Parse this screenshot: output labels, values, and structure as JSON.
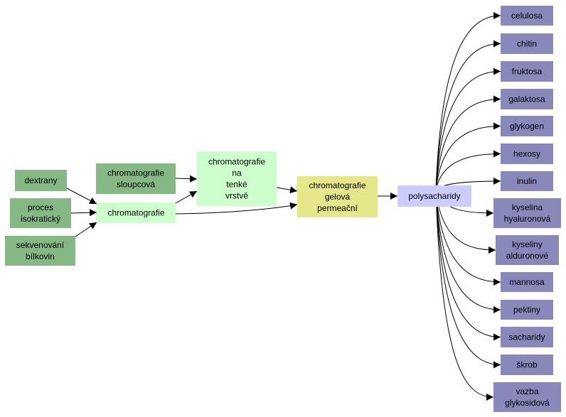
{
  "colors": {
    "dark_green": "#86b886",
    "light_green": "#ccffcc",
    "yellow": "#e6e68a",
    "lavender": "#ccccff",
    "purple": "#8888bb",
    "edge": "#000000"
  },
  "nodes": [
    {
      "id": "dextrany",
      "lines": [
        "dextrany"
      ],
      "style": "dark_green"
    },
    {
      "id": "proces-isokraticky",
      "lines": [
        "proces",
        "isokratický"
      ],
      "style": "dark_green"
    },
    {
      "id": "sekvenovani-bilkovin",
      "lines": [
        "sekvenování",
        "bílkovin"
      ],
      "style": "dark_green"
    },
    {
      "id": "chromatografie-sloupcova",
      "lines": [
        "chromatografie",
        "sloupcová"
      ],
      "style": "dark_green"
    },
    {
      "id": "chromatografie",
      "lines": [
        "chromatografie"
      ],
      "style": "light_green"
    },
    {
      "id": "chromatografie-na-tenke-vrstve",
      "lines": [
        "chromatografie",
        "na",
        "tenké",
        "vrstvě"
      ],
      "style": "light_green"
    },
    {
      "id": "chromatografie-gelova-permeacni",
      "lines": [
        "chromatografie",
        "gelová",
        "permeační"
      ],
      "style": "yellow"
    },
    {
      "id": "polysacharidy",
      "lines": [
        "polysacharidy"
      ],
      "style": "lavender"
    },
    {
      "id": "celulosa",
      "lines": [
        "celulosa"
      ],
      "style": "purple"
    },
    {
      "id": "chitin",
      "lines": [
        "chitin"
      ],
      "style": "purple"
    },
    {
      "id": "fruktosa",
      "lines": [
        "fruktosa"
      ],
      "style": "purple"
    },
    {
      "id": "galaktosa",
      "lines": [
        "galaktosa"
      ],
      "style": "purple"
    },
    {
      "id": "glykogen",
      "lines": [
        "glykogen"
      ],
      "style": "purple"
    },
    {
      "id": "hexosy",
      "lines": [
        "hexosy"
      ],
      "style": "purple"
    },
    {
      "id": "inulin",
      "lines": [
        "inulin"
      ],
      "style": "purple"
    },
    {
      "id": "kyselina-hyaluronova",
      "lines": [
        "kyselina",
        "hyaluronová"
      ],
      "style": "purple"
    },
    {
      "id": "kyseliny-alduronove",
      "lines": [
        "kyseliny",
        "alduronové"
      ],
      "style": "purple"
    },
    {
      "id": "mannosa",
      "lines": [
        "mannosa"
      ],
      "style": "purple"
    },
    {
      "id": "pektiny",
      "lines": [
        "pektiny"
      ],
      "style": "purple"
    },
    {
      "id": "sacharidy",
      "lines": [
        "sacharidy"
      ],
      "style": "purple"
    },
    {
      "id": "skrob",
      "lines": [
        "škrob"
      ],
      "style": "purple"
    },
    {
      "id": "vazba-glykosidova",
      "lines": [
        "vazba",
        "glykosidová"
      ],
      "style": "purple"
    }
  ],
  "edges": [
    {
      "from": "dextrany",
      "to": "chromatografie"
    },
    {
      "from": "proces-isokraticky",
      "to": "chromatografie"
    },
    {
      "from": "sekvenovani-bilkovin",
      "to": "chromatografie"
    },
    {
      "from": "chromatografie-sloupcova",
      "to": "chromatografie-na-tenke-vrstve"
    },
    {
      "from": "chromatografie",
      "to": "chromatografie-na-tenke-vrstve"
    },
    {
      "from": "chromatografie-na-tenke-vrstve",
      "to": "chromatografie-gelova-permeacni"
    },
    {
      "from": "chromatografie",
      "to": "chromatografie-gelova-permeacni"
    },
    {
      "from": "chromatografie-gelova-permeacni",
      "to": "polysacharidy"
    },
    {
      "from": "polysacharidy",
      "to": "celulosa"
    },
    {
      "from": "polysacharidy",
      "to": "chitin"
    },
    {
      "from": "polysacharidy",
      "to": "fruktosa"
    },
    {
      "from": "polysacharidy",
      "to": "galaktosa"
    },
    {
      "from": "polysacharidy",
      "to": "glykogen"
    },
    {
      "from": "polysacharidy",
      "to": "hexosy"
    },
    {
      "from": "polysacharidy",
      "to": "inulin"
    },
    {
      "from": "polysacharidy",
      "to": "kyselina-hyaluronova"
    },
    {
      "from": "polysacharidy",
      "to": "kyseliny-alduronove"
    },
    {
      "from": "polysacharidy",
      "to": "mannosa"
    },
    {
      "from": "polysacharidy",
      "to": "pektiny"
    },
    {
      "from": "polysacharidy",
      "to": "sacharidy"
    },
    {
      "from": "polysacharidy",
      "to": "skrob"
    },
    {
      "from": "polysacharidy",
      "to": "vazba-glykosidova"
    }
  ]
}
